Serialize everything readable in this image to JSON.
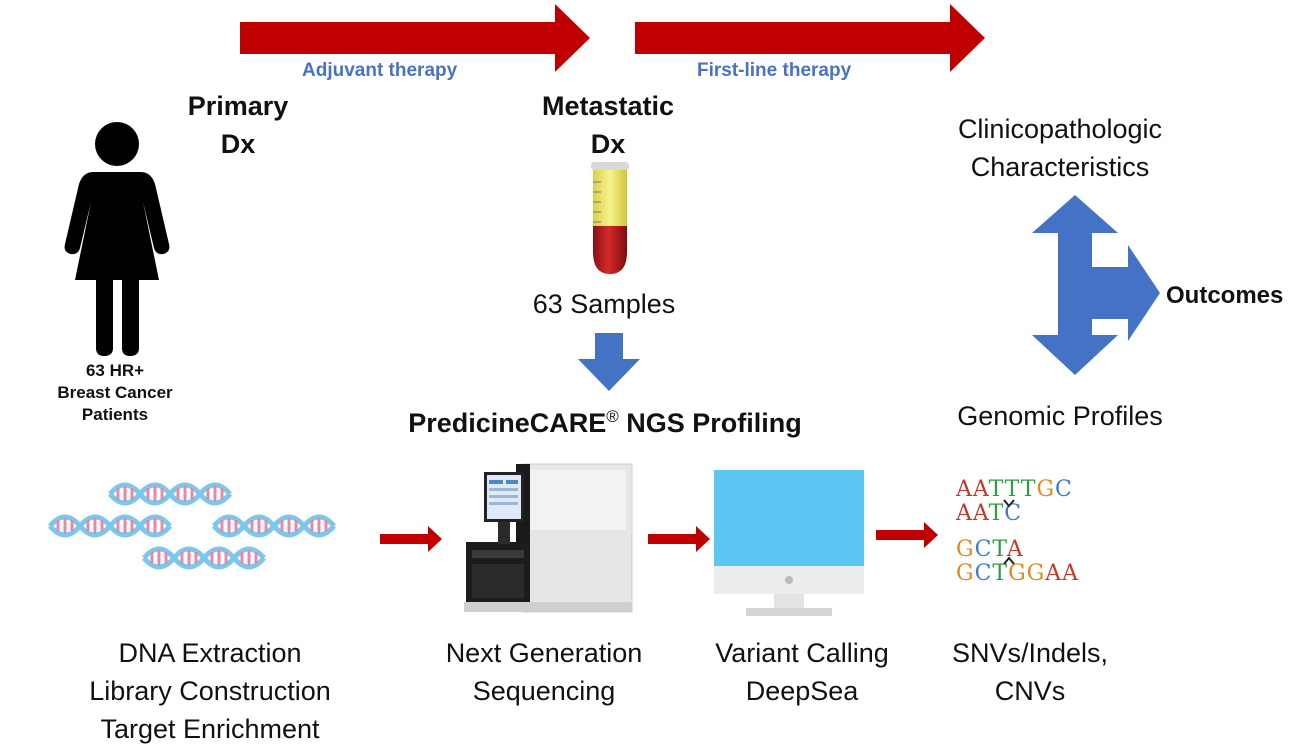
{
  "therapy": {
    "adjuvant": "Adjuvant therapy",
    "first_line": "First-line therapy"
  },
  "diagnosis": {
    "primary": [
      "Primary",
      "Dx"
    ],
    "metastatic": [
      "Metastatic",
      "Dx"
    ]
  },
  "patients": [
    "63 HR+",
    "Breast Cancer",
    "Patients"
  ],
  "samples_label": "63 Samples",
  "profiling": {
    "title": "PredicineCARE",
    "superscript": "®",
    "suffix": " NGS Profiling"
  },
  "outcomes": {
    "clinico": [
      "Clinicopathologic",
      "Characteristics"
    ],
    "genomic": "Genomic Profiles",
    "outcomes_label": "Outcomes"
  },
  "pipeline": {
    "dna": [
      "DNA Extraction",
      "Library Construction",
      "Target Enrichment"
    ],
    "ngs": [
      "Next Generation",
      "Sequencing"
    ],
    "variant": [
      "Variant Calling",
      "DeepSea"
    ],
    "snv": [
      "SNVs/Indels,",
      "CNVs"
    ]
  },
  "sequences": {
    "row1": [
      "A",
      "A",
      "T",
      "T",
      "T",
      "G",
      "C"
    ],
    "row2": [
      "A",
      "A",
      "T",
      "C"
    ],
    "row3": [
      "G",
      "C",
      "T",
      "A"
    ],
    "row4": [
      "G",
      "C",
      "T",
      "G",
      "G",
      "A",
      "A"
    ]
  },
  "colors": {
    "red_arrow": "#c00000",
    "blue_arrow": "#4472c4",
    "label_blue": "#4a72c4",
    "monitor": "#5bc6f2",
    "dna_pink": "#e48aa8",
    "dna_blue": "#7cc8ec",
    "base_A": "#c0392b",
    "base_T": "#2e9a44",
    "base_G": "#e08a1e",
    "base_C": "#3a7bd5"
  }
}
